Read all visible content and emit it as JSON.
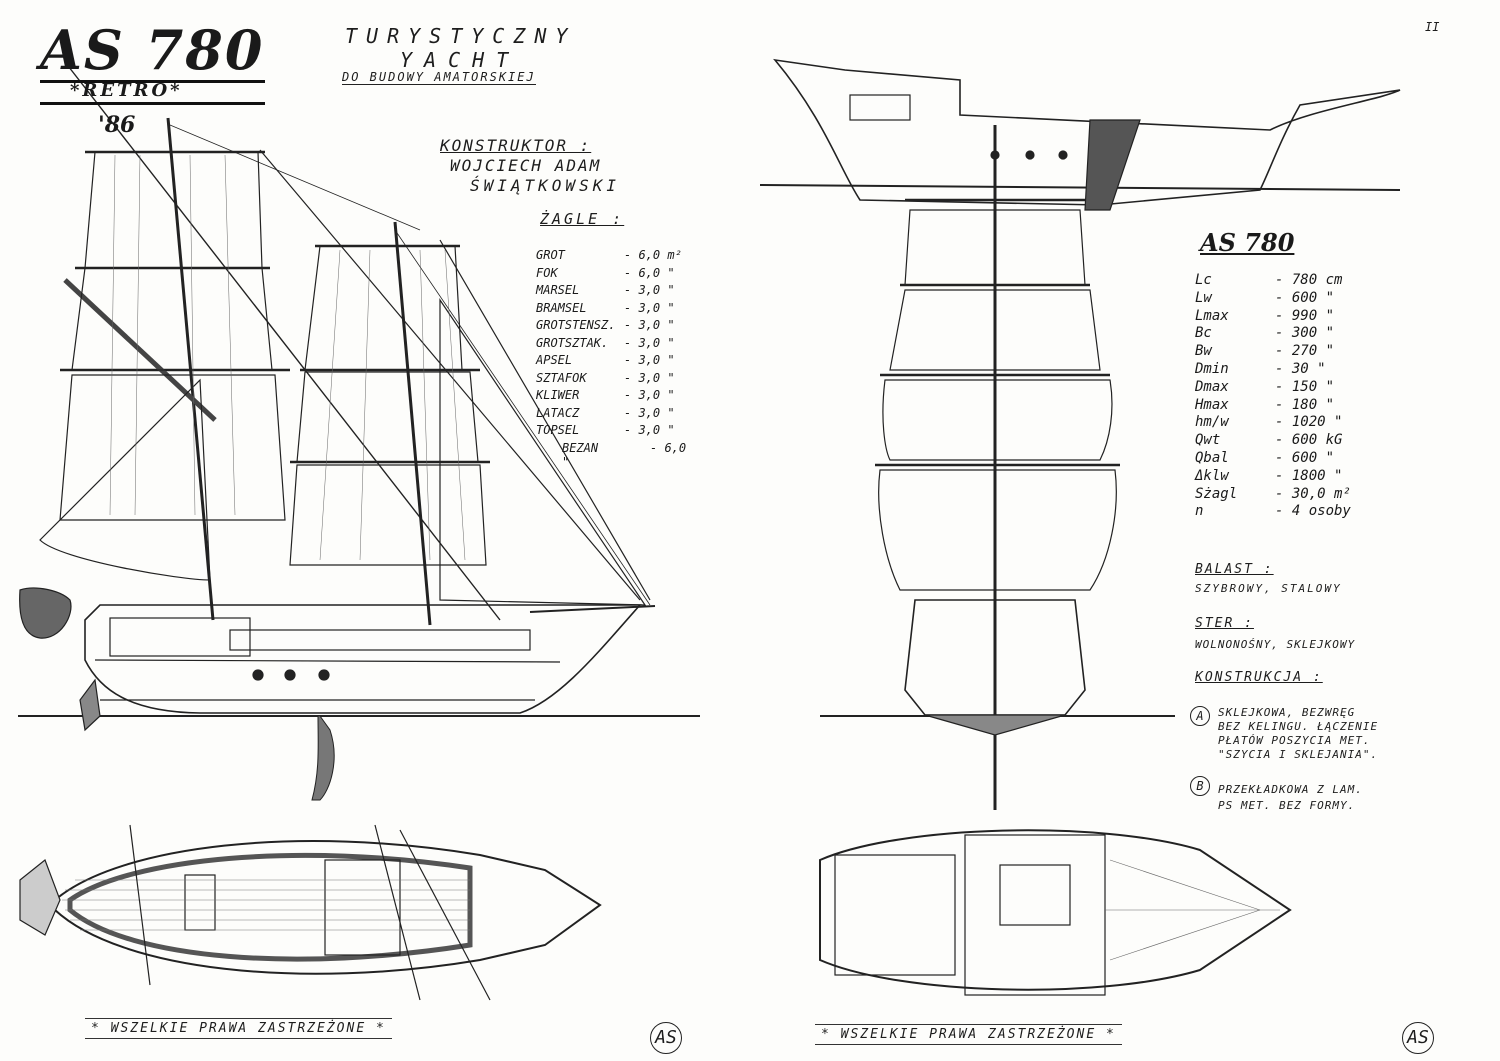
{
  "left_page": {
    "logo_title": "AS 780",
    "logo_subtitle": "*RETRO*",
    "year": "'86",
    "header_line1": "TURYSTYCZNY",
    "header_line2": "YACHT",
    "header_line3": "DO BUDOWY AMATORSKIEJ",
    "designer_label": "KONSTRUKTOR :",
    "designer_name_1": "WOJCIECH ADAM",
    "designer_name_2": "ŚWIĄTKOWSKI",
    "sails_title": "ŻAGLE :",
    "sails": [
      {
        "name": "GROT",
        "value": "- 6,0 m²"
      },
      {
        "name": "FOK",
        "value": "- 6,0 \""
      },
      {
        "name": "MARSEL",
        "value": "- 3,0 \""
      },
      {
        "name": "BRAMSEL",
        "value": "- 3,0 \""
      },
      {
        "name": "GROTSTENSZ.",
        "value": "- 3,0 \""
      },
      {
        "name": "GROTSZTAK.",
        "value": "- 3,0 \""
      },
      {
        "name": "APSEL",
        "value": "- 3,0 \""
      },
      {
        "name": "SZTAFOK",
        "value": "- 3,0 \""
      },
      {
        "name": "KLIWER",
        "value": "- 3,0 \""
      },
      {
        "name": "LATACZ",
        "value": "- 3,0 \""
      },
      {
        "name": "TOPSEL",
        "value": "- 3,0 \""
      },
      {
        "name": "BEZAN",
        "value": "- 6,0 \""
      }
    ],
    "footer": "* WSZELKIE PRAWA ZASTRZEŻONE *",
    "initials": "AS"
  },
  "right_page": {
    "page_number": "II",
    "model_title": "AS 780",
    "specs": [
      {
        "k": "Lc",
        "v": "- 780 cm"
      },
      {
        "k": "Lw",
        "v": "- 600 \""
      },
      {
        "k": "Lmax",
        "v": "- 990 \""
      },
      {
        "k": "Bc",
        "v": "- 300 \""
      },
      {
        "k": "Bw",
        "v": "- 270 \""
      },
      {
        "k": "Dmin",
        "v": "- 30 \""
      },
      {
        "k": "Dmax",
        "v": "- 150 \""
      },
      {
        "k": "Hmax",
        "v": "- 180 \""
      },
      {
        "k": "hm/w",
        "v": "- 1020 \""
      },
      {
        "k": "Qwt",
        "v": "- 600 kG"
      },
      {
        "k": "Qbal",
        "v": "- 600 \""
      },
      {
        "k": "Δklw",
        "v": "- 1800 \""
      },
      {
        "k": "Sżagl",
        "v": "- 30,0 m²"
      },
      {
        "k": "n",
        "v": "- 4 osoby"
      }
    ],
    "ballast_title": "BALAST :",
    "ballast_text": "SZYBROWY, STALOWY",
    "rudder_title": "STER :",
    "rudder_text": "WOLNONOŚNY, SKLEJKOWY",
    "construction_title": "KONSTRUKCJA :",
    "option_a_marker": "A",
    "option_a_1": "SKLEJKOWA, BEZWRĘG",
    "option_a_2": "BEZ KELINGU. ŁĄCZENIE",
    "option_a_3": "PŁATÓW POSZYCIA MET.",
    "option_a_4": "\"SZYCIA I SKLEJANIA\".",
    "option_b_marker": "B",
    "option_b_1": "PRZEKŁADKOWA Z LAM.",
    "option_b_2": "PS MET. BEZ FORMY.",
    "footer": "* WSZELKIE PRAWA ZASTRZEŻONE *",
    "initials": "AS"
  }
}
